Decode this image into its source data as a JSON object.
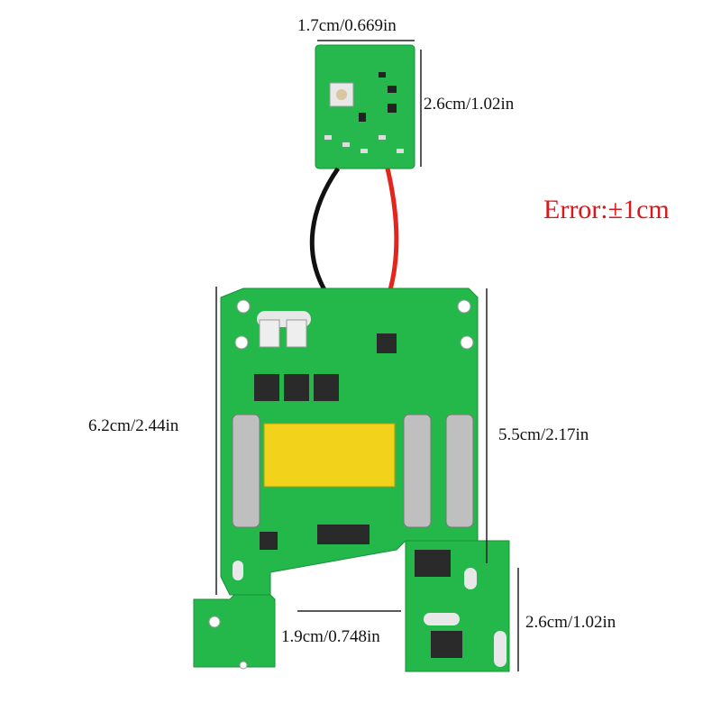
{
  "dimensions": {
    "small_board_width": "1.7cm/0.669in",
    "small_board_height": "2.6cm/1.02in",
    "main_board_left_height": "6.2cm/2.44in",
    "main_board_right_height": "5.5cm/2.17in",
    "tab_gap_width": "1.9cm/0.748in",
    "right_tab_height": "2.6cm/1.02in"
  },
  "error_note": "Error:±1cm",
  "colors": {
    "pcb": "#22b84a",
    "error_text": "#e0151b",
    "connector": "#f2d21b"
  }
}
